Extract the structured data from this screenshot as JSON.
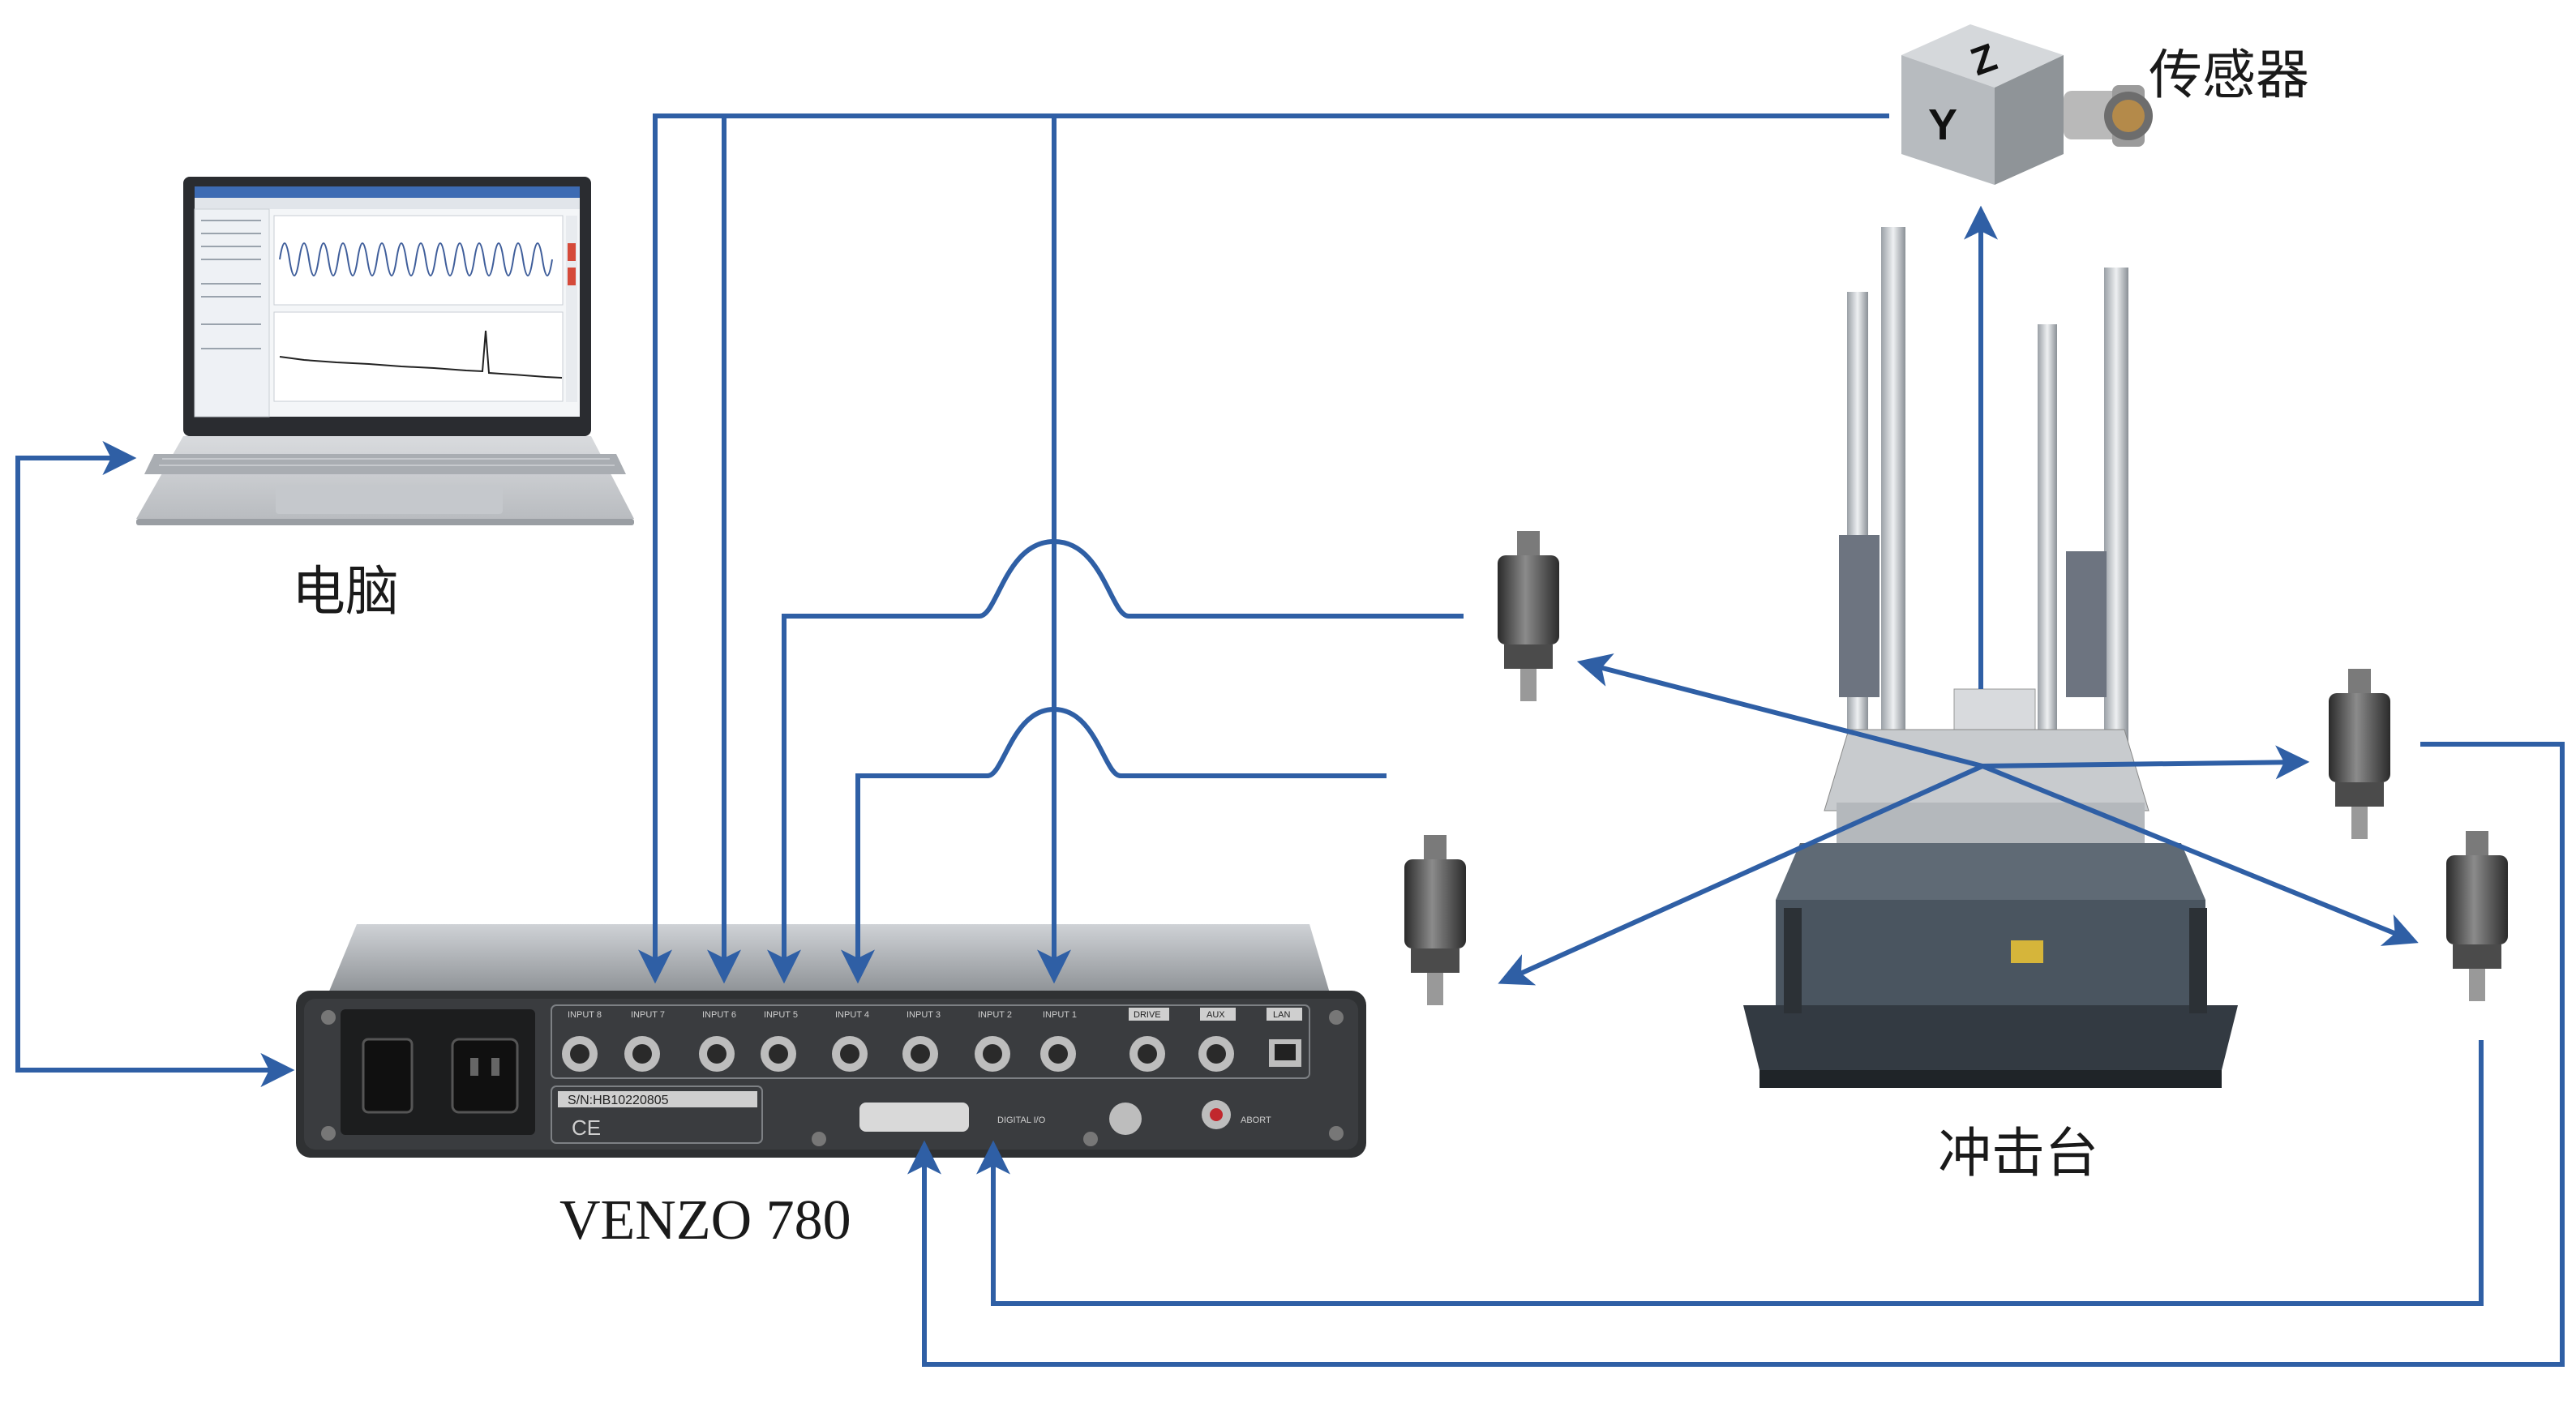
{
  "labels": {
    "computer": "电脑",
    "sensor": "传感器",
    "shock_table": "冲击台",
    "daq": "VENZO 780"
  },
  "panel": {
    "inputs": [
      "INPUT 8",
      "INPUT 7",
      "INPUT 6",
      "INPUT 5",
      "INPUT 4",
      "INPUT 3",
      "INPUT 2",
      "INPUT 1"
    ],
    "drive": "DRIVE",
    "aux": "AUX",
    "lan": "LAN",
    "serial": "S/N:HB10220805",
    "ce": "CE",
    "digital_io": "DIGITAL I/O",
    "abort": "ABORT"
  },
  "cube": {
    "axis_z": "Z",
    "axis_y": "Y"
  },
  "colors": {
    "wire": "#2f5fa5",
    "device_body": "#3a3a3a",
    "table_body": "#4a5560"
  }
}
